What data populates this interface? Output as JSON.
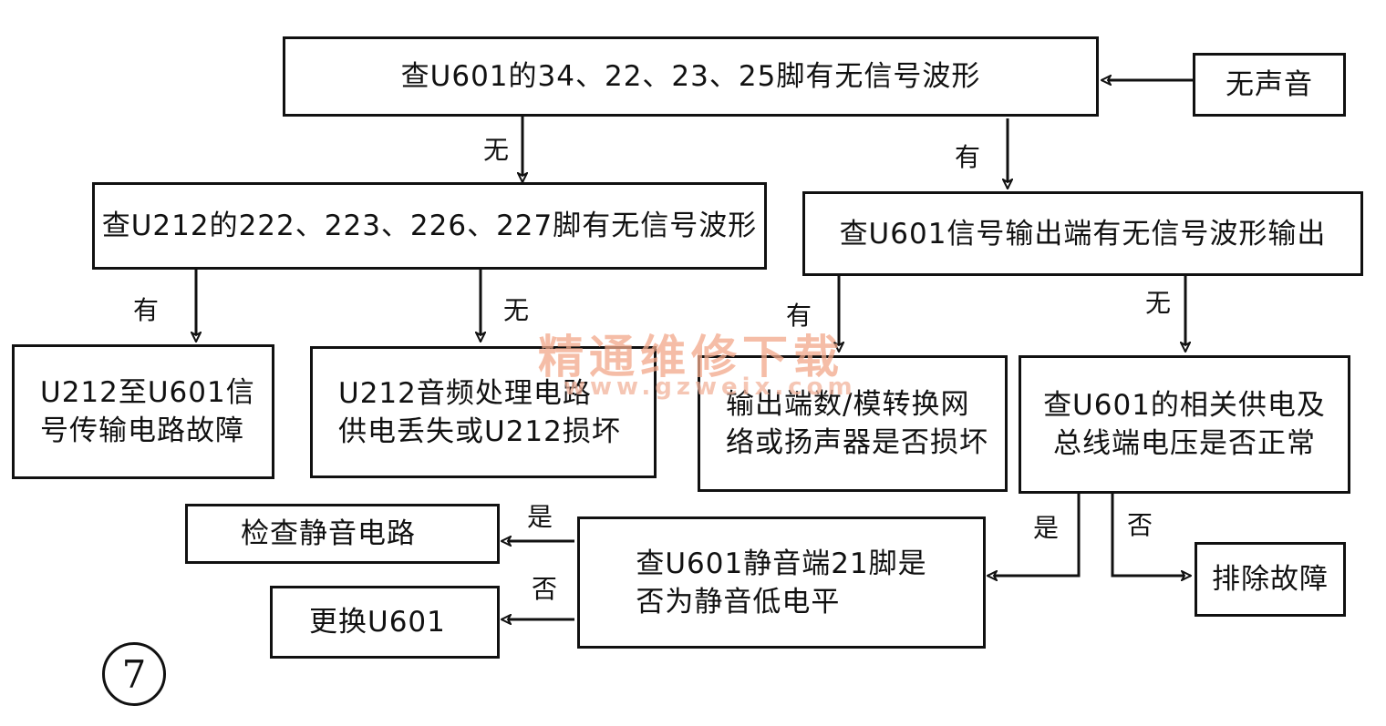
{
  "nodes": {
    "top": "查U601的34、22、23、25脚有无信号波形",
    "no_sound": "无声音",
    "u212_check": "查U212的222、223、226、227脚有无信号波形",
    "u601_output": "查U601信号输出端有无信号波形输出",
    "fault_a": [
      "U212至U601信",
      "号传输电路故障"
    ],
    "fault_b": [
      "U212音频处理电路",
      "供电丢失或U212损坏"
    ],
    "dac_check": [
      "输出端数/模转换网",
      "络或扬声器是否损坏"
    ],
    "supply_check": [
      "查U601的相关供电及",
      "总线端电压是否正常"
    ],
    "mute_circuit": "检查静音电路",
    "replace": "更换U601",
    "mute_pin": [
      "查U601静音端21脚是",
      "否为静音低电平"
    ],
    "clear_fault": "排除故障"
  },
  "labels": {
    "no_1": "无",
    "yes_1": "有",
    "yes_2": "有",
    "no_2": "无",
    "yes_3": "有",
    "no_3": "无",
    "yes_4": "是",
    "no_4": "否",
    "yes_5": "是",
    "no_5": "否"
  },
  "watermark": {
    "text": "精通维修下载",
    "url": "www.gzweix.com"
  },
  "figure_number": "7"
}
